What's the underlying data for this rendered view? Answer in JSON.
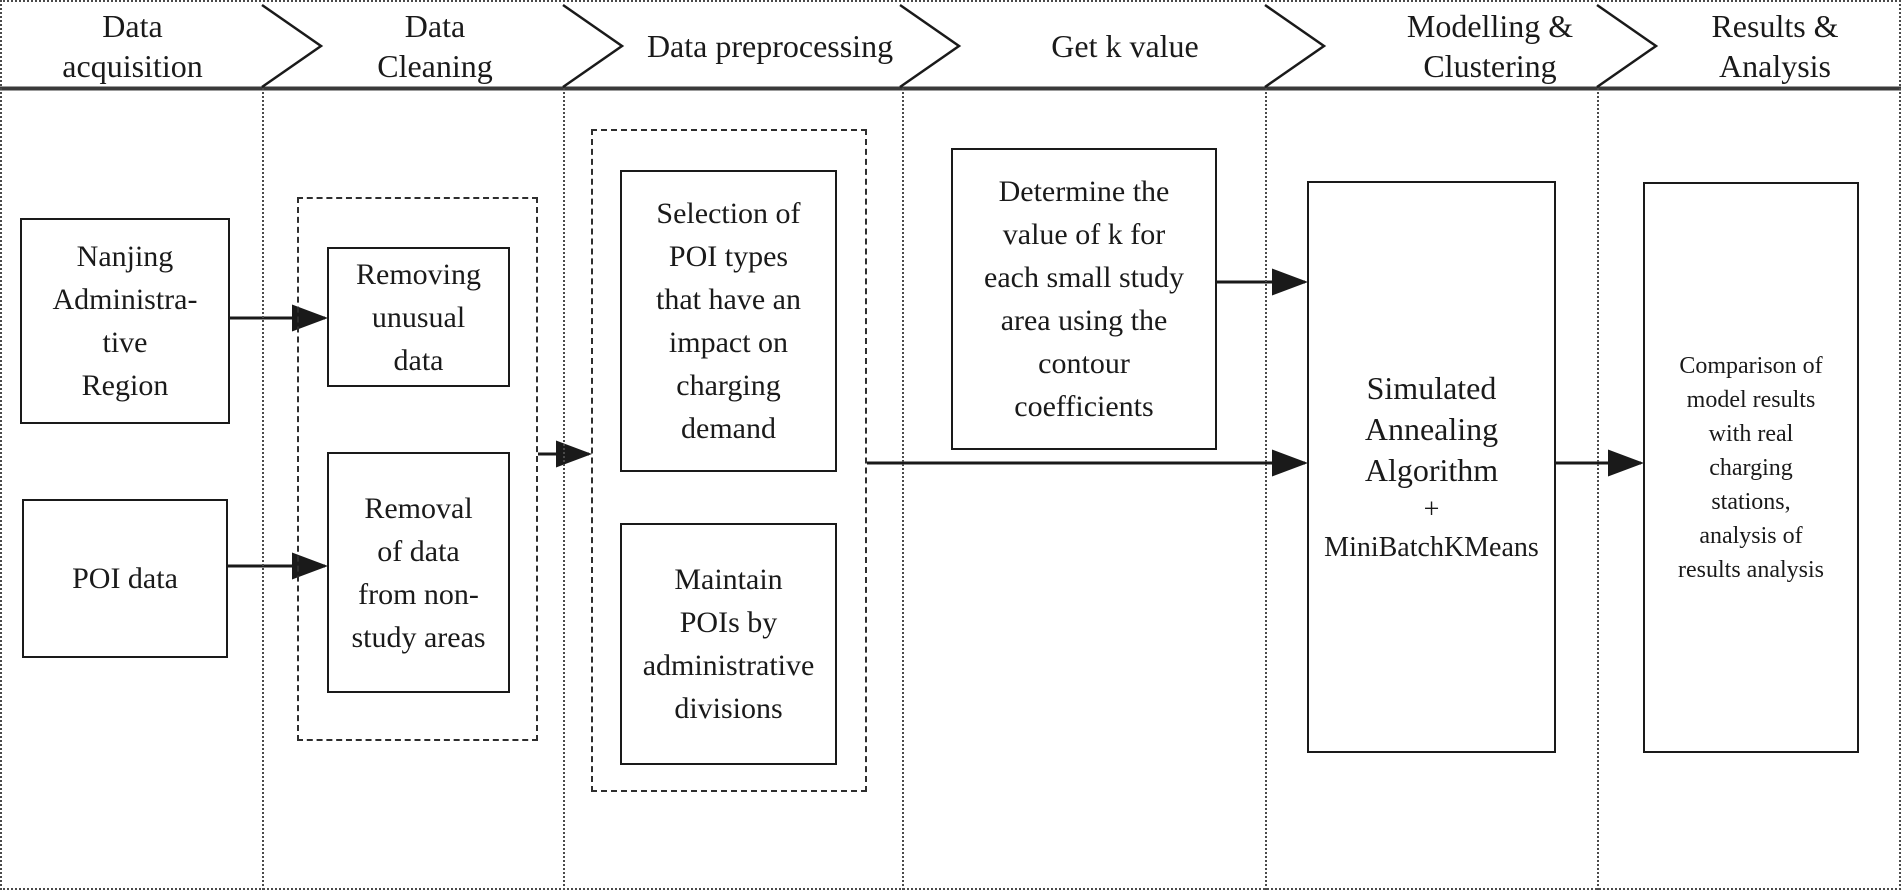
{
  "figure": {
    "type": "flowchart",
    "colors": {
      "ink": "#1a1a1a",
      "background": "#ffffff"
    }
  },
  "stages": [
    {
      "id": "data-acquisition",
      "label": "Data\nacquisition"
    },
    {
      "id": "data-cleaning",
      "label": "Data\nCleaning"
    },
    {
      "id": "data-preprocessing",
      "label": "Data preprocessing"
    },
    {
      "id": "get-k-value",
      "label": "Get k value"
    },
    {
      "id": "modelling-clustering",
      "label": "Modelling &\nClustering"
    },
    {
      "id": "results-analysis",
      "label": "Results &\nAnalysis"
    }
  ],
  "boxes": {
    "nanjing_region": "Nanjing\nAdministra-\ntive\nRegion",
    "poi_data": "POI data",
    "removing_unusual": "Removing\nunusual\ndata",
    "removal_non_study": "Removal\nof data\nfrom non-\nstudy areas",
    "selection_poi_types": "Selection of\nPOI types\nthat have an\nimpact on\ncharging\ndemand",
    "maintain_pois": "Maintain\nPOIs by\nadministrative\ndivisions",
    "determine_k": "Determine the\nvalue of k for\neach small study\narea using the\ncontour\ncoefficients",
    "simulated_annealing": {
      "main": "Simulated\nAnnealing\nAlgorithm",
      "plus": "+",
      "secondary": "MiniBatchKMeans"
    },
    "comparison": "Comparison of\nmodel results\nwith real\ncharging\nstations,\nanalysis of\nresults analysis"
  }
}
